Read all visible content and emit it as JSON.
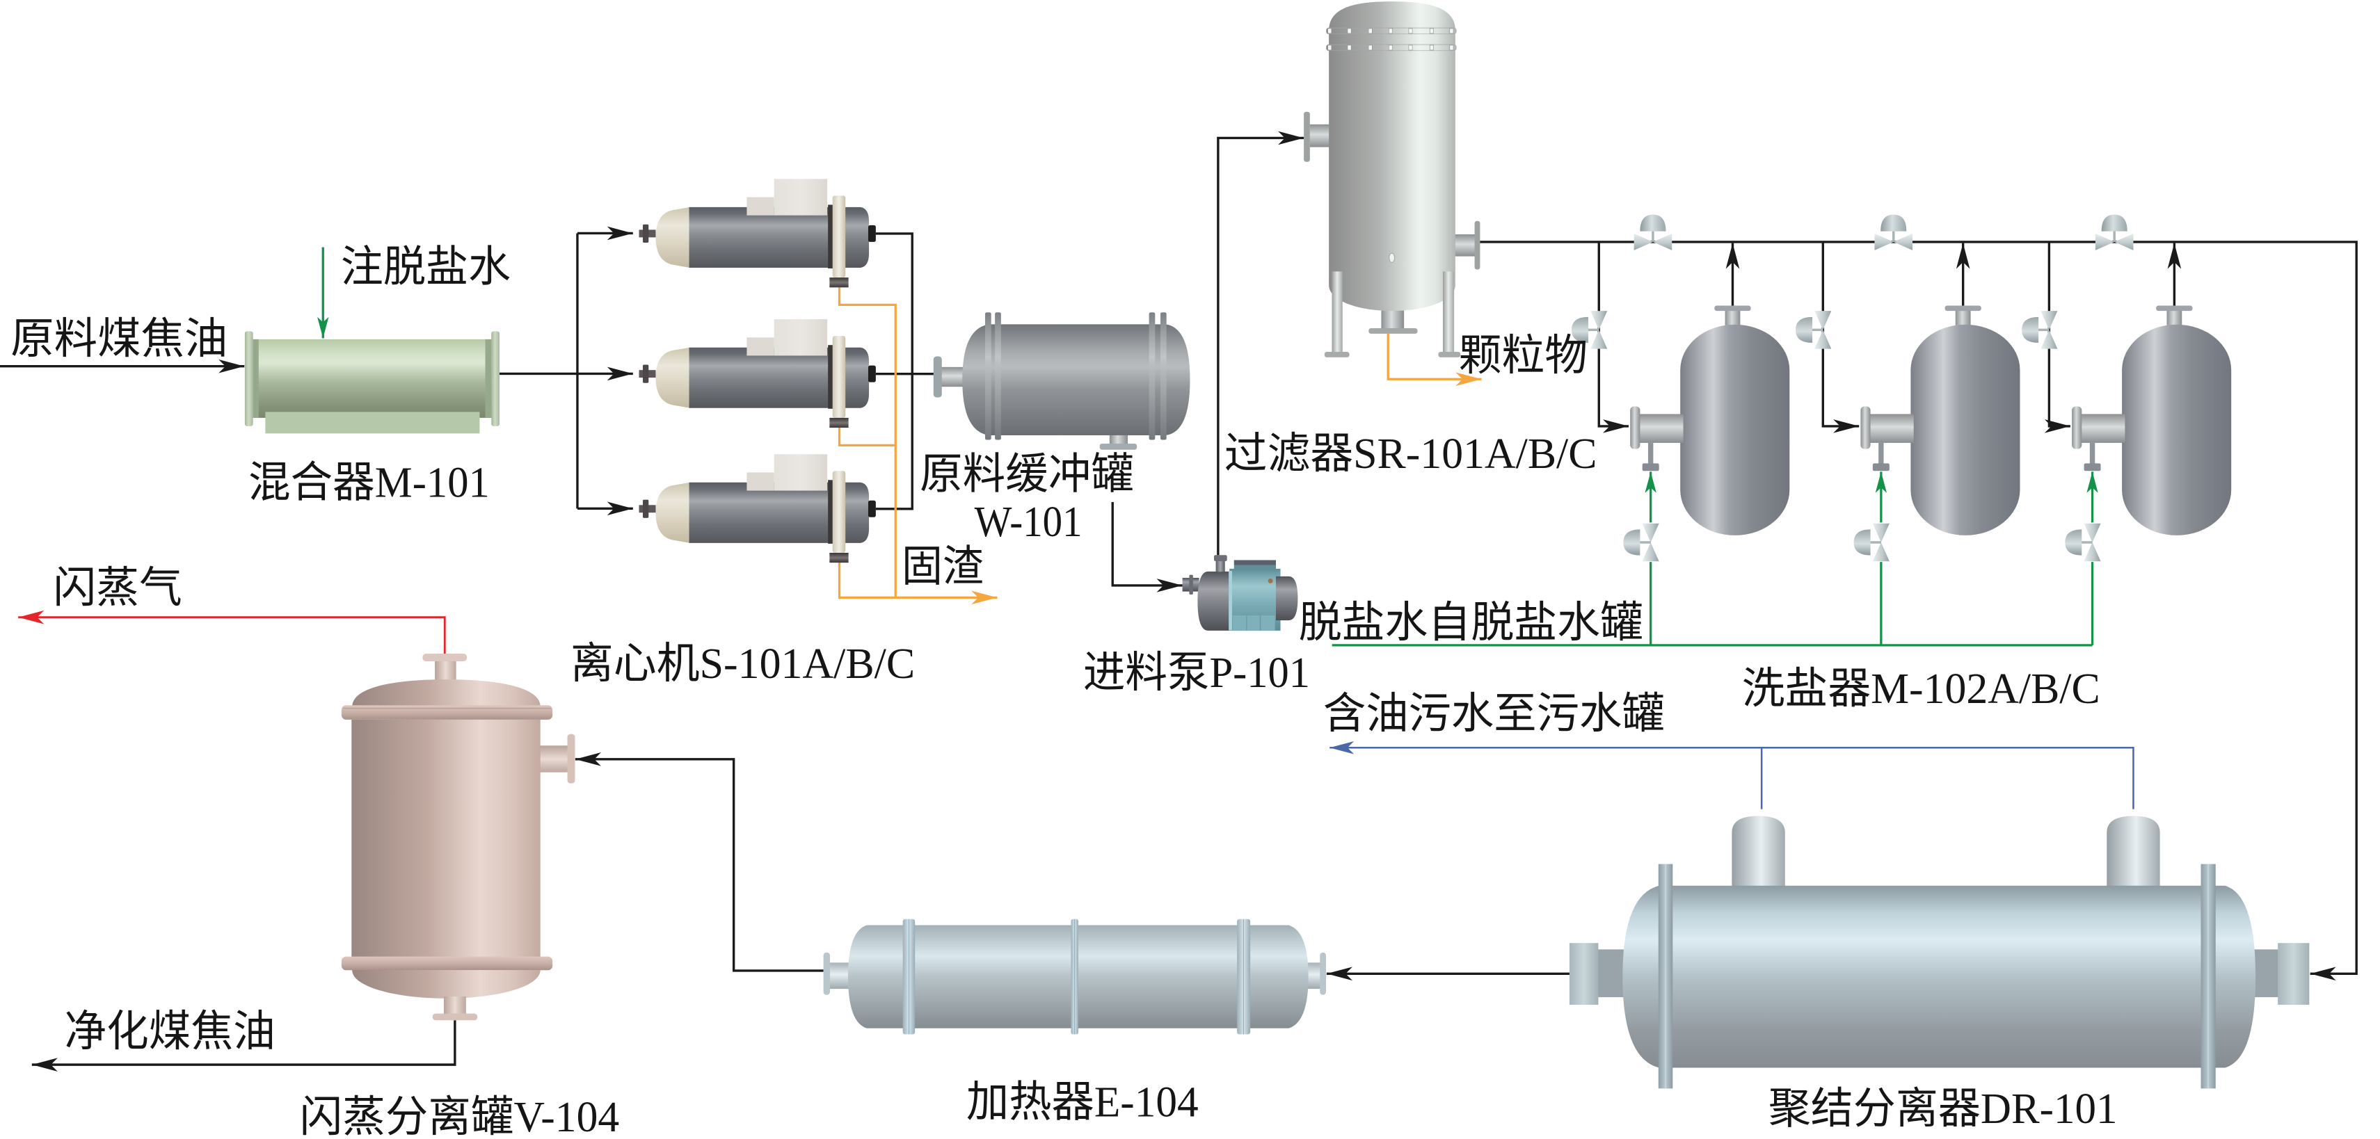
{
  "streams": {
    "feed_oil": "原料煤焦油",
    "desalted_water_injection": "注脱盐水",
    "solid_residue": "固渣",
    "particulates": "颗粒物",
    "desalted_water_supply": "脱盐水自脱盐水罐",
    "oily_wastewater": "含油污水至污水罐",
    "flash_vapor": "闪蒸气",
    "purified_oil": "净化煤焦油"
  },
  "equipment": {
    "mixer": {
      "label": "混合器M-101"
    },
    "centrifuge": {
      "label": "离心机S-101A/B/C"
    },
    "buffer_tank": {
      "name": "原料缓冲罐",
      "tag": "W-101"
    },
    "feed_pump": {
      "label": "进料泵P-101"
    },
    "filter": {
      "label": "过滤器SR-101A/B/C"
    },
    "washer": {
      "label": "洗盐器M-102A/B/C"
    },
    "coalescer": {
      "label": "聚结分离器DR-101"
    },
    "heater": {
      "label": "加热器E-104"
    },
    "flash_tank": {
      "label": "闪蒸分离罐V-104"
    }
  },
  "colors": {
    "process_line": "#1a1a1a",
    "water_line": "#13924a",
    "solids_line": "#f5a63e",
    "wastewater_line": "#4a68a8",
    "vapor_line": "#e3262b",
    "background": "#ffffff"
  }
}
